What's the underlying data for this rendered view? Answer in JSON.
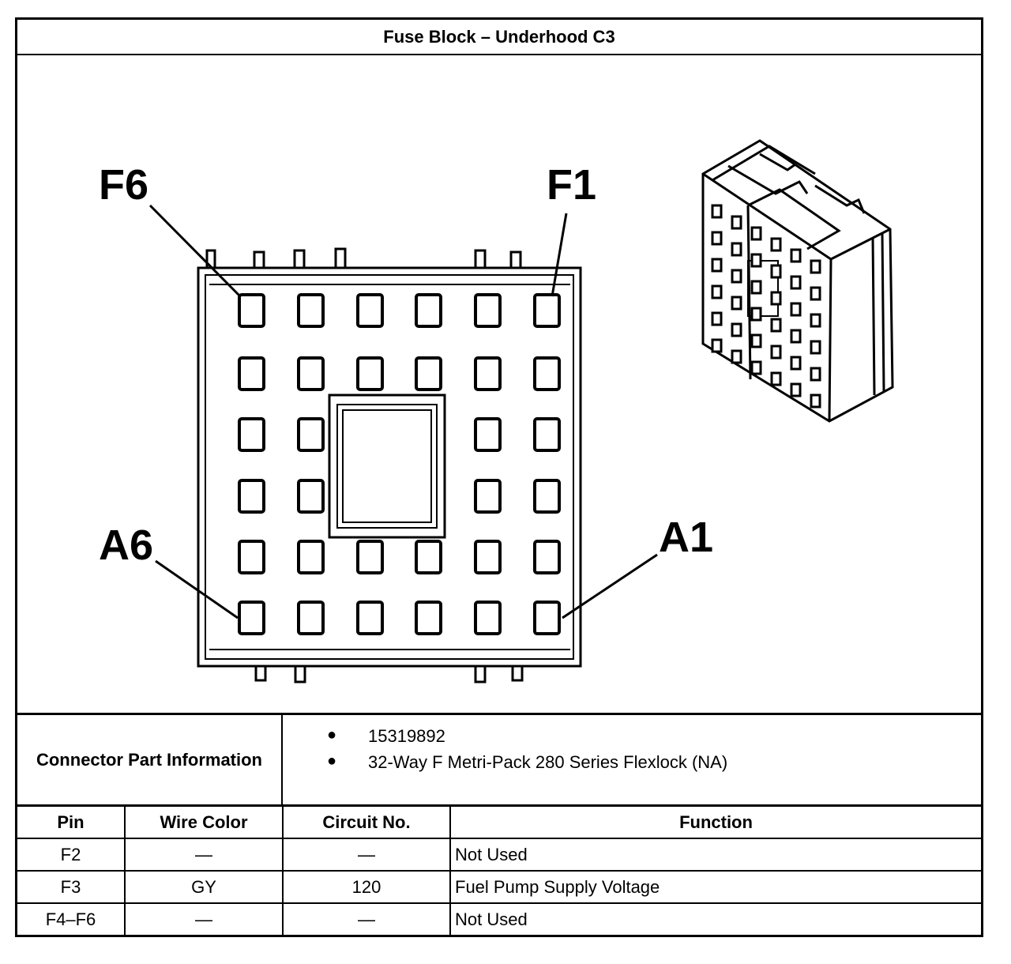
{
  "title": "Fuse Block – Underhood C3",
  "diagram": {
    "labels": {
      "top_left": "F6",
      "top_right": "F1",
      "bottom_left": "A6",
      "bottom_right": "A1"
    }
  },
  "connector_info": {
    "label": "Connector Part Information",
    "items": [
      "15319892",
      "32-Way F Metri-Pack 280 Series Flexlock (NA)"
    ]
  },
  "pin_table": {
    "headers": [
      "Pin",
      "Wire Color",
      "Circuit No.",
      "Function"
    ],
    "rows": [
      [
        "F2",
        "—",
        "—",
        "Not Used"
      ],
      [
        "F3",
        "GY",
        "120",
        "Fuel Pump Supply Voltage"
      ],
      [
        "F4–F6",
        "—",
        "—",
        "Not Used"
      ]
    ]
  }
}
